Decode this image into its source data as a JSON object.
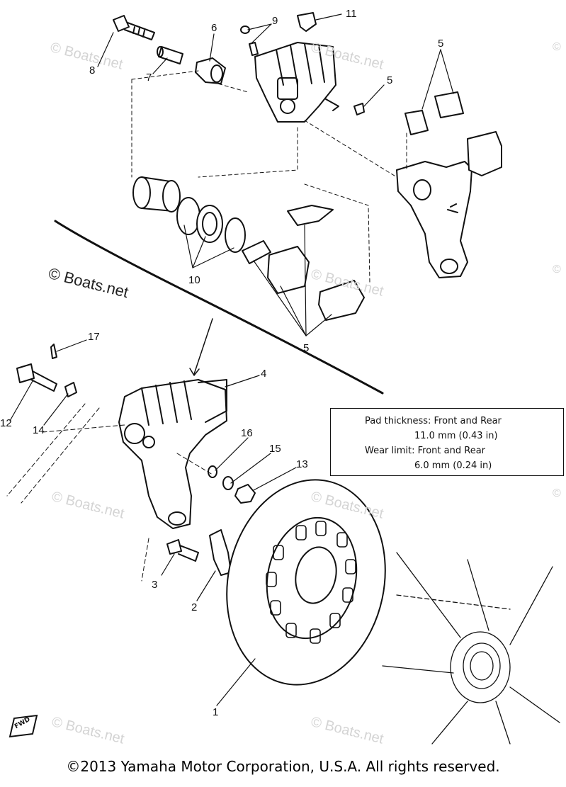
{
  "watermark": {
    "main": "© Boats.net",
    "faint": "© Boats.net",
    "edge_symbol": "©"
  },
  "callouts": {
    "c1": "1",
    "c2": "2",
    "c3": "3",
    "c4": "4",
    "c5a": "5",
    "c5b": "5",
    "c5c": "5",
    "c6": "6",
    "c7": "7",
    "c8": "8",
    "c9": "9",
    "c10": "10",
    "c11": "11",
    "c12": "12",
    "c13": "13",
    "c14": "14",
    "c15": "15",
    "c16": "16",
    "c17": "17"
  },
  "spec_box": {
    "line1": "Pad thickness:  Front and Rear",
    "line2": "11.0 mm (0.43 in)",
    "line3": "Wear limit:  Front and Rear",
    "line4": "6.0 mm (0.24 in)"
  },
  "fwd_label": "FWD",
  "copyright": "©2013 Yamaha Motor Corporation, U.S.A. All rights reserved."
}
